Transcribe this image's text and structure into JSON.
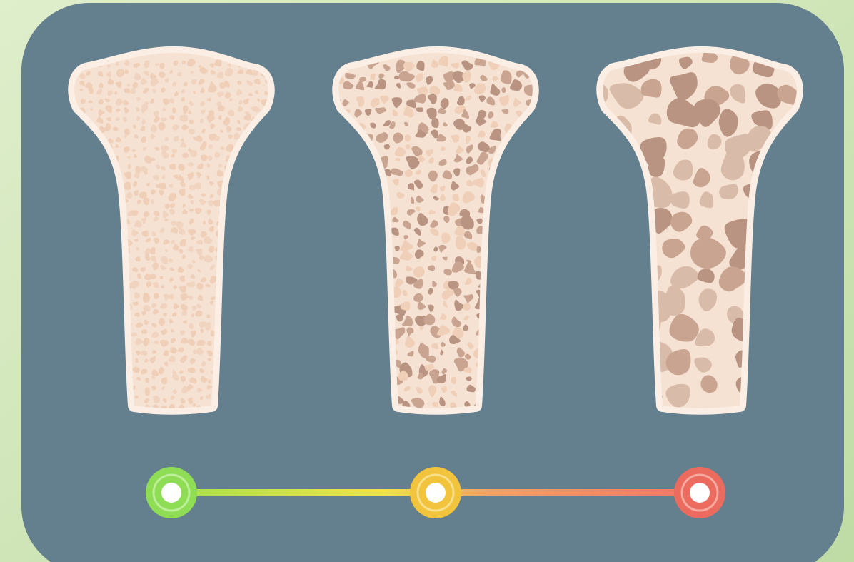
{
  "colors": {
    "frame_gradient_start": "#dfeecb",
    "frame_gradient_end": "#bfdca5",
    "panel": "#647f8d",
    "bone_fill": "#f6e2d3",
    "bone_edge": "#fbefe5",
    "pore_light": "#efcfb7",
    "pore_mid": "#c9a491",
    "pore_dark": "#b99482",
    "pore_highlight": "#d8bba8"
  },
  "bones": [
    {
      "id": "healthy",
      "porosity": "low",
      "indicator_color": "#8fdc55"
    },
    {
      "id": "osteopenia",
      "porosity": "medium",
      "indicator_color": "#f2c33c"
    },
    {
      "id": "osteoporosis",
      "porosity": "high",
      "indicator_color": "#ec6b5f"
    }
  ],
  "scale": {
    "gradient": [
      "#a6e04f",
      "#f1e34a",
      "#f0a366",
      "#ee7566"
    ],
    "markers": [
      {
        "color": "#8fdc55",
        "ring": "#bdee98"
      },
      {
        "color": "#f2c33c",
        "ring": "#f8df8a"
      },
      {
        "color": "#ec6b5f",
        "ring": "#f6aaa0"
      }
    ]
  }
}
